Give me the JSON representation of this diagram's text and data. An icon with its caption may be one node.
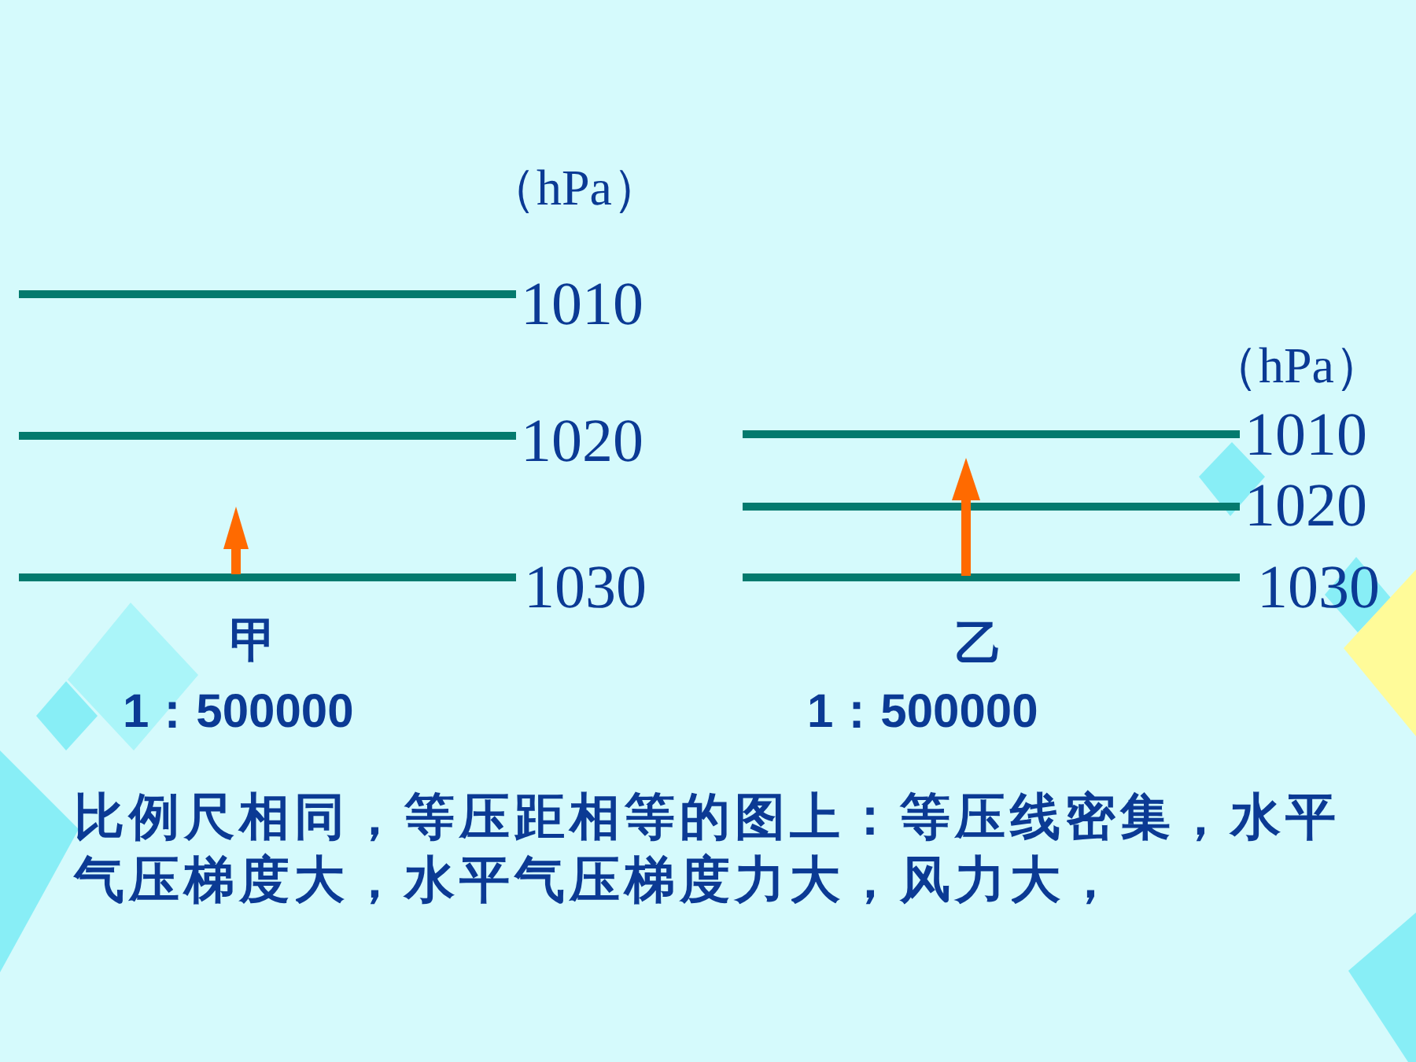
{
  "diagram": {
    "labels": [
      "（hPa）",
      "1010",
      "1020",
      "1030",
      "甲",
      "1：500000",
      "（hPa）",
      "1010",
      "1020",
      "1030",
      "乙",
      "1：500000",
      "比例尺相同，等压距相等的图上：等压线密集，水平气压梯度大，水平气压梯度力大，风力大，"
    ]
  }
}
